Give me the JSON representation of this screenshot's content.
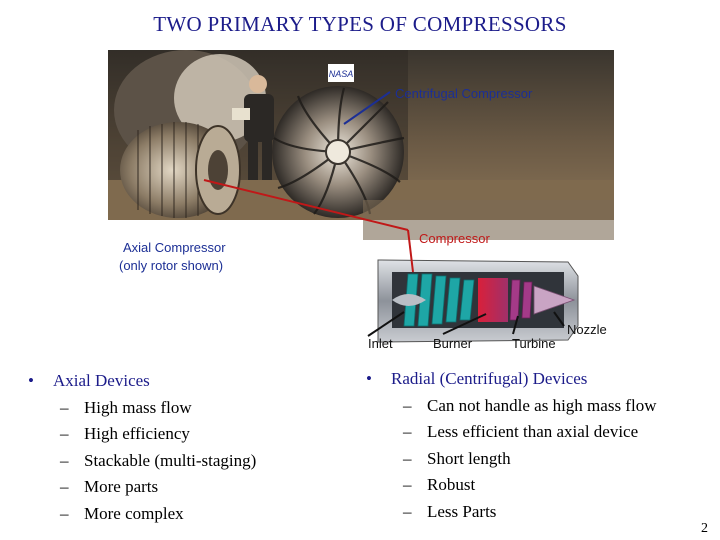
{
  "slide": {
    "title": "TWO PRIMARY TYPES OF COMPRESSORS",
    "page_number": "2"
  },
  "figure": {
    "labels": {
      "centrifugal": "Centrifugal Compressor",
      "axial_line1": "Axial Compressor",
      "axial_line2": "(only rotor shown)",
      "compressor": "Compressor",
      "nozzle": "Nozzle",
      "inlet": "Inlet",
      "burner": "Burner",
      "turbine": "Turbine",
      "logo": "NASA"
    },
    "colors": {
      "label_blue": "#1c2f95",
      "label_red": "#c01818",
      "title_blue": "#1c1c8a"
    }
  },
  "left_column": {
    "bullet": "•",
    "heading": "Axial Devices",
    "dash": "–",
    "items": [
      "High mass flow",
      "High efficiency",
      "Stackable (multi-staging)",
      "More parts",
      "More complex"
    ]
  },
  "right_column": {
    "bullet": "•",
    "heading": "Radial (Centrifugal) Devices",
    "dash": "–",
    "items": [
      "Can not handle as high mass flow",
      "Less efficient than axial device",
      "Short length",
      "Robust",
      "Less Parts"
    ]
  }
}
